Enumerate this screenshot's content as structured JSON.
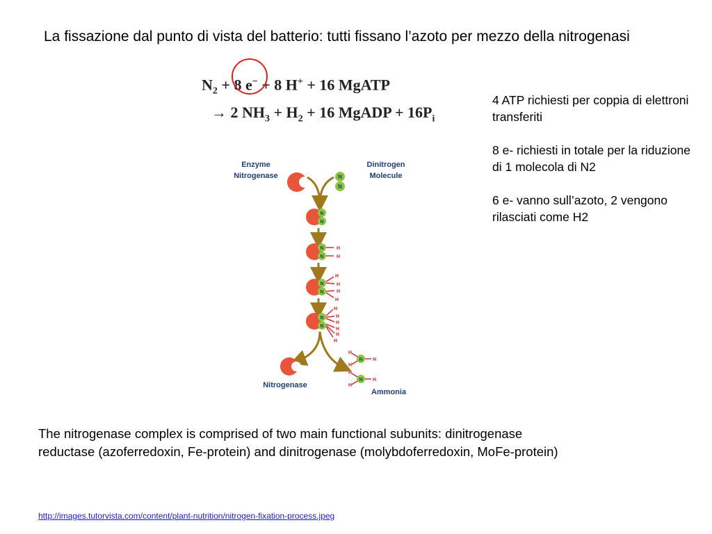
{
  "title": "La fissazione dal punto di vista del batterio: tutti fissano l’azoto per mezzo della nitrogenasi",
  "equation": {
    "line1": {
      "n2": "N",
      "n2_sub": "2",
      "plus1": " + ",
      "electrons": "8 e",
      "electrons_sup": "−",
      "plus2": " + 8 H",
      "protons_sup": "+",
      "plus3": " + 16 MgATP"
    },
    "line2": {
      "arrow": "→ 2 NH",
      "nh3_sub": "3",
      "h2": " + H",
      "h2_sub": "2",
      "products": " + 16 MgADP + 16P",
      "pi_sub": "i"
    }
  },
  "side_notes": [
    "4 ATP richiesti per coppia di elettroni transferiti",
    "8 e- richiesti in totale per la riduzione di 1 molecola di N2",
    "6 e- vanno sull’azoto, 2 vengono rilasciati come H2"
  ],
  "diagram": {
    "enzyme_label_line1": "Enzyme",
    "enzyme_label_line2": "Nitrogenase",
    "dinitrogen_label_line1": "Dinitrogen",
    "dinitrogen_label_line2": "Molecule",
    "bottom_nitrogenase_label": "Nitrogenase",
    "ammonia_label": "Ammonia",
    "atom_n": "N",
    "atom_h": "H",
    "colors": {
      "enzyme": "#e8553a",
      "nitrogen": "#8cc63f",
      "arrow": "#a0781e",
      "label": "#1f3f7a",
      "hydrogen": "#d42a2a"
    }
  },
  "caption": "The nitrogenase complex is comprised of two main functional subunits: dinitrogenase reductase (azoferredoxin, Fe-protein) and dinitrogenase (molybdoferredoxin, MoFe-protein)",
  "source_link": "http://images.tutorvista.com/content/plant-nutrition/nitrogen-fixation-process.jpeg"
}
